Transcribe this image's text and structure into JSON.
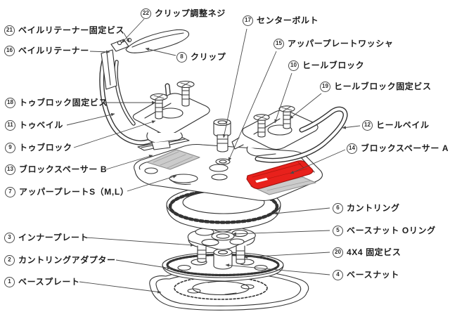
{
  "colors": {
    "highlight_red": "#e8211c",
    "line": "#333333",
    "pad_gray": "#cbcbcb",
    "background": "#ffffff"
  },
  "parts": [
    {
      "num": "1",
      "label": "ベースプレート"
    },
    {
      "num": "2",
      "label": "カントリングアダプター"
    },
    {
      "num": "3",
      "label": "インナープレート"
    },
    {
      "num": "4",
      "label": "ベースナット"
    },
    {
      "num": "5",
      "label": "ベースナット Oリング"
    },
    {
      "num": "6",
      "label": "カントリング"
    },
    {
      "num": "7",
      "label": "アッパープレートS（M,L）"
    },
    {
      "num": "8",
      "label": "クリップ"
    },
    {
      "num": "9",
      "label": "トゥブロック"
    },
    {
      "num": "10",
      "label": "ヒールブロック"
    },
    {
      "num": "11",
      "label": "トゥベイル"
    },
    {
      "num": "12",
      "label": "ヒールベイル"
    },
    {
      "num": "13",
      "label": "ブロックスペーサー B"
    },
    {
      "num": "14",
      "label": "ブロックスペーサー A"
    },
    {
      "num": "15",
      "label": "アッパープレートワッシャ"
    },
    {
      "num": "16",
      "label": "ベイルリテーナー"
    },
    {
      "num": "17",
      "label": "センターボルト"
    },
    {
      "num": "18",
      "label": "トゥブロック固定ビス"
    },
    {
      "num": "19",
      "label": "ヒールブロック固定ビス"
    },
    {
      "num": "20",
      "label": "4X4 固定ビス"
    },
    {
      "num": "21",
      "label": "ベイルリテーナー固定ビス"
    },
    {
      "num": "22",
      "label": "クリップ調整ネジ"
    }
  ]
}
